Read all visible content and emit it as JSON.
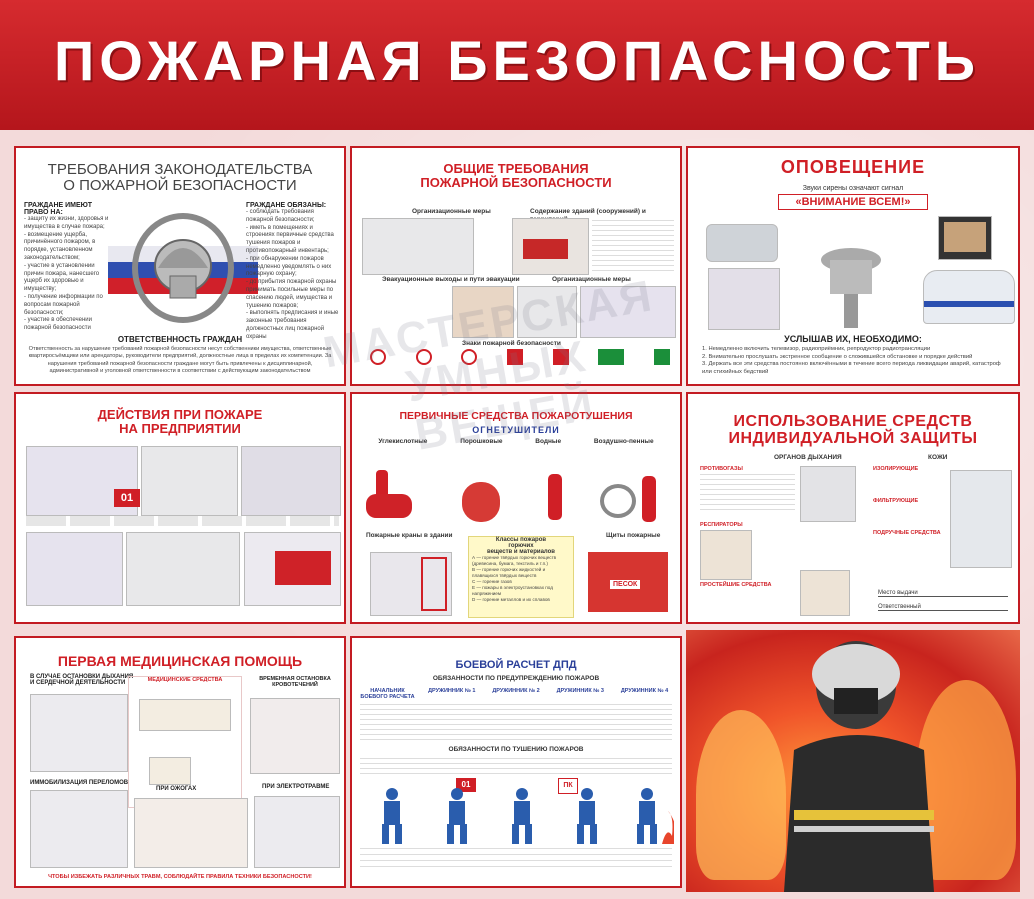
{
  "header": {
    "title": "ПОЖАРНАЯ БЕЗОПАСНОСТЬ"
  },
  "panels": {
    "p1": {
      "title_l1": "ТРЕБОВАНИЯ ЗАКОНОДАТЕЛЬСТВА",
      "title_l2": "О ПОЖАРНОЙ БЕЗОПАСНОСТИ",
      "left_head": "ГРАЖДАНЕ ИМЕЮТ ПРАВО НА:",
      "left_items": [
        "- защиту их жизни, здоровья и имущества в случае пожара;",
        "- возмещение ущерба, причинённого пожаром, в порядке, установленном законодательством;",
        "- участие в установлении причин пожара, нанесшего ущерб их здоровью и имуществу;",
        "- получение информации по вопросам пожарной безопасности;",
        "- участие в обеспечении пожарной безопасности"
      ],
      "right_head": "ГРАЖДАНЕ ОБЯЗАНЫ:",
      "right_items": [
        "- соблюдать требования пожарной безопасности;",
        "- иметь в помещениях и строениях первичные средства тушения пожаров и противопожарный инвентарь;",
        "- при обнаружении пожаров немедленно уведомлять о них пожарную охрану;",
        "- до прибытия пожарной охраны принимать посильные меры по спасению людей, имущества и тушению пожаров;",
        "- выполнять предписания и иные законные требования должностных лиц пожарной охраны"
      ],
      "subhead": "ОТВЕТСТВЕННОСТЬ ГРАЖДАН",
      "footer": "Ответственность за нарушение требований пожарной безопасности несут собственники имущества, ответственные квартиросъёмщики или арендаторы, руководители предприятий, должностные лица в пределах их компетенции. За нарушения требований пожарной безопасности граждане могут быть привлечены к дисциплинарной, административной и уголовной ответственности в соответствии с действующим законодательством"
    },
    "p2": {
      "title_l1": "ОБЩИЕ ТРЕБОВАНИЯ",
      "title_l2": "ПОЖАРНОЙ БЕЗОПАСНОСТИ",
      "sec1": "Организационные меры",
      "sec2": "Содержание зданий (сооружений) и территорий",
      "sec3": "Эвакуационные выходы и пути эвакуации",
      "sec4": "Организационные меры",
      "sec5": "Знаки пожарной безопасности"
    },
    "p3": {
      "title": "ОПОВЕЩЕНИЕ",
      "sub": "Звуки сирены означают сигнал",
      "signal": "«ВНИМАНИЕ ВСЕМ!»",
      "head": "УСЛЫШАВ ИХ, НЕОБХОДИМО:",
      "items": [
        "1. Немедленно включить телевизор, радиоприёмник, репродуктор радиотрансляции",
        "2. Внимательно прослушать экстренное сообщение о сложившейся обстановке и порядке действий",
        "3. Держать все эти средства постоянно включёнными в течение всего периода ликвидации аварий, катастроф или стихийных бедствий"
      ]
    },
    "p4": {
      "title_l1": "ДЕЙСТВИЯ ПРИ ПОЖАРЕ",
      "title_l2": "НА ПРЕДПРИЯТИИ",
      "badge": "01"
    },
    "p5": {
      "title": "ПЕРВИЧНЫЕ СРЕДСТВА ПОЖАРОТУШЕНИЯ",
      "sub": "ОГНЕТУШИТЕЛИ",
      "cols": [
        "Углекислотные",
        "Порошковые",
        "Водные",
        "Воздушно-пенные"
      ],
      "cranes": "Пожарные краны в здании",
      "classes_l1": "Классы пожаров",
      "classes_l2": "горючих",
      "classes_l3": "веществ и материалов",
      "classes": [
        "А — горение твёрдых горючих веществ (древесина, бумага, текстиль и т.п.)",
        "В — горение горючих жидкостей и плавящихся твёрдых веществ",
        "С — горение газов",
        "Е — пожары в электроустановках под напряжением",
        "D — горение металлов и их сплавов"
      ],
      "shields": "Щиты пожарные",
      "sign": "ПЕСОК"
    },
    "p6": {
      "title_l1": "ИСПОЛЬЗОВАНИЕ СРЕДСТВ",
      "title_l2": "ИНДИВИДУАЛЬНОЙ ЗАЩИТЫ",
      "col1": "ОРГАНОВ ДЫХАНИЯ",
      "col2": "КОЖИ",
      "l1": "ПРОТИВОГАЗЫ",
      "l2": "РЕСПИРАТОРЫ",
      "l3": "ПРОСТЕЙШИЕ СРЕДСТВА",
      "r1": "ИЗОЛИРУЮЩИЕ",
      "r2": "ФИЛЬТРУЮЩИЕ",
      "r3": "ПОДРУЧНЫЕ СРЕДСТВА",
      "f1": "Место выдачи",
      "f2": "Ответственный"
    },
    "p7": {
      "title": "ПЕРВАЯ МЕДИЦИНСКАЯ ПОМОЩЬ",
      "s1_l1": "В СЛУЧАЕ ОСТАНОВКИ ДЫХАНИЯ",
      "s1_l2": "И СЕРДЕЧНОЙ ДЕЯТЕЛЬНОСТИ",
      "s2": "МЕДИЦИНСКИЕ СРЕДСТВА",
      "s3_l1": "ВРЕМЕННАЯ ОСТАНОВКА",
      "s3_l2": "КРОВОТЕЧЕНИЙ",
      "s4": "ИММОБИЛИЗАЦИЯ ПЕРЕЛОМОВ",
      "s5": "ПРИ ОЖОГАХ",
      "s6": "ПРИ ЭЛЕКТРОТРАВМЕ",
      "footer": "ЧТОБЫ ИЗБЕЖАТЬ РАЗЛИЧНЫХ ТРАВМ, СОБЛЮДАЙТЕ ПРАВИЛА ТЕХНИКИ БЕЗОПАСНОСТИ!"
    },
    "p8": {
      "title": "БОЕВОЙ РАСЧЕТ ДПД",
      "sub1": "ОБЯЗАННОСТИ ПО ПРЕДУПРЕЖДЕНИЮ ПОЖАРОВ",
      "cols": [
        "НАЧАЛЬНИК БОЕВОГО РАСЧЕТА",
        "ДРУЖИННИК № 1",
        "ДРУЖИННИК № 2",
        "ДРУЖИННИК № 3",
        "ДРУЖИННИК № 4"
      ],
      "sub2": "ОБЯЗАННОСТИ ПО ТУШЕНИЮ ПОЖАРОВ",
      "badge": "01",
      "sign": "ПК"
    }
  },
  "watermark": {
    "l1": "МАСТЕРСКАЯ",
    "l2": "УМНЫХ",
    "l3": "ВЕЩЕЙ"
  }
}
